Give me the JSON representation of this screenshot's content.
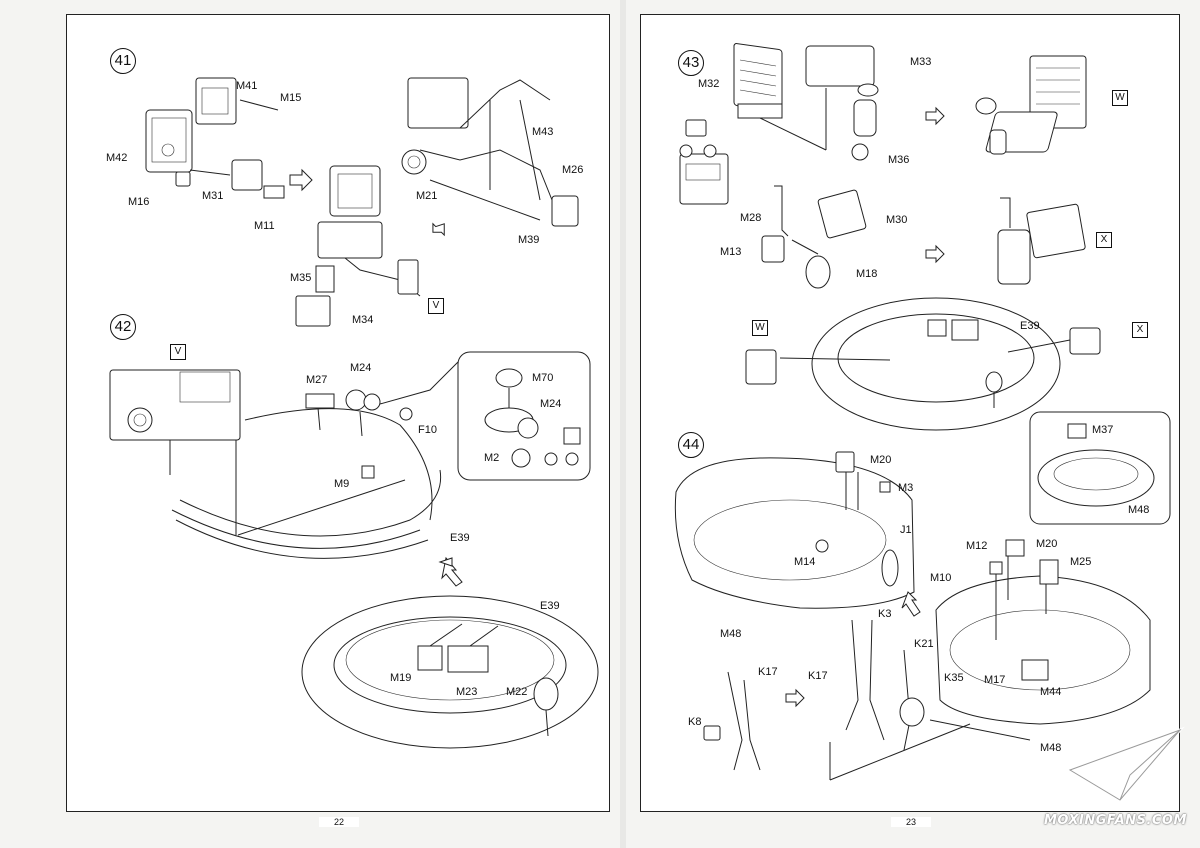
{
  "pages": [
    {
      "number": "22"
    },
    {
      "number": "23"
    }
  ],
  "steps": [
    {
      "number": "41"
    },
    {
      "number": "42"
    },
    {
      "number": "43"
    },
    {
      "number": "44"
    }
  ],
  "markers": {
    "v1": "V",
    "v2": "V",
    "w1": "W",
    "w2": "W",
    "x1": "X",
    "x2": "X"
  },
  "step41": {
    "labels": [
      "M41",
      "M15",
      "M42",
      "M16",
      "M31",
      "M11",
      "M43",
      "M21",
      "M26",
      "M39",
      "M35",
      "M34"
    ]
  },
  "step42": {
    "labels": [
      "M27",
      "M24",
      "M70",
      "M24",
      "F10",
      "M2",
      "M9",
      "E39",
      "E39",
      "M19",
      "M23",
      "M22"
    ]
  },
  "step43": {
    "labels": [
      "M33",
      "M32",
      "M36",
      "M28",
      "M30",
      "M13",
      "M18",
      "E39"
    ]
  },
  "step44": {
    "labels": [
      "M37",
      "M20",
      "M3",
      "M48",
      "J1",
      "M14",
      "M12",
      "M20",
      "M25",
      "M10",
      "M48",
      "K3",
      "K21",
      "K17",
      "K17",
      "K35",
      "M17",
      "M44",
      "K8",
      "M48"
    ]
  },
  "watermark": {
    "text": "MOXINGFANS.COM"
  }
}
